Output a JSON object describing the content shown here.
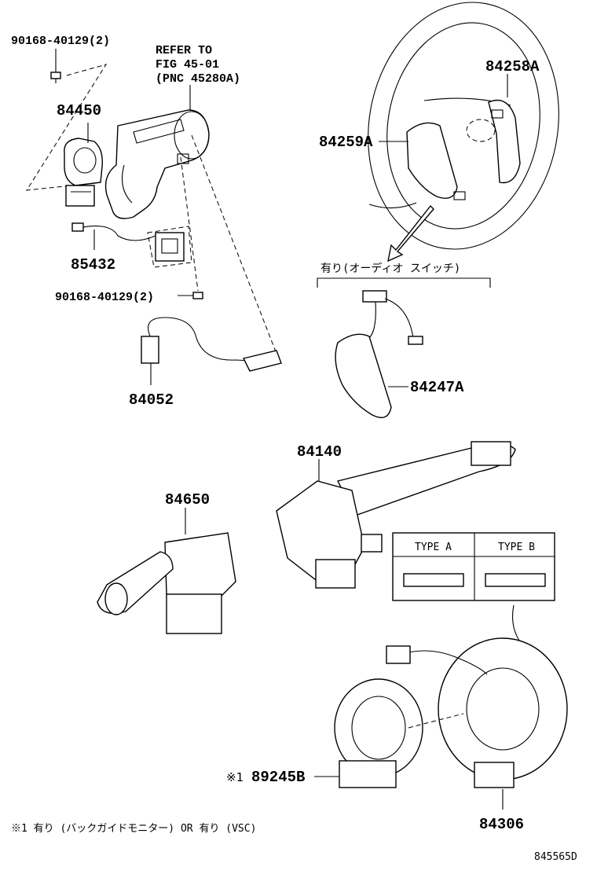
{
  "labels": {
    "p90168_top": "90168-40129(2)",
    "refer_1": "REFER TO",
    "refer_2": "FIG 45-01",
    "refer_3": "(PNC 45280A)",
    "p84258A": "84258A",
    "p84450": "84450",
    "p84259A": "84259A",
    "p85432": "85432",
    "audio_note": "有り(オーディオ スイッチ)",
    "p90168_mid": "90168-40129(2)",
    "p84052": "84052",
    "p84247A": "84247A",
    "p84140": "84140",
    "p84650": "84650",
    "type_a": "TYPE A",
    "type_b": "TYPE B",
    "mark_1": "※1",
    "p89245B": "89245B",
    "p84306": "84306",
    "footnote": "※1  有り (バックガイドモニター) OR  有り (VSC)",
    "figure_code": "845565D"
  }
}
